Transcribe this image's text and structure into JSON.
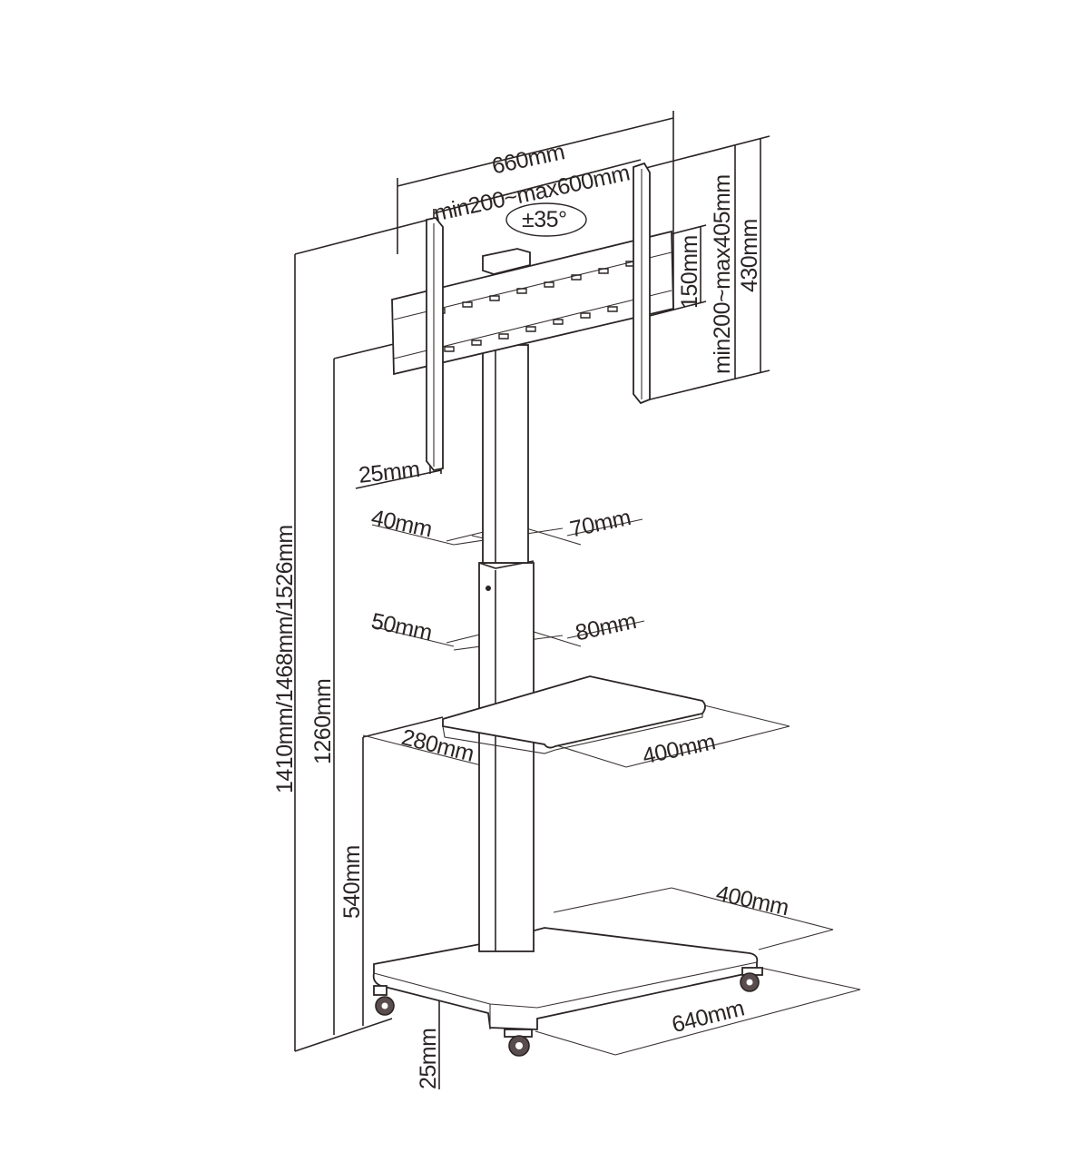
{
  "diagram": {
    "subject": "Mobile TV stand with tilting VESA mount, adjustable telescoping column, AV shelf and castor base",
    "tilt": {
      "label": "±35°"
    },
    "mount": {
      "overall_width": "660mm",
      "vesa_horizontal": "min200~max600mm",
      "vesa_vertical": "min200~max405mm",
      "arm_height": "430mm",
      "rail_height": "150mm",
      "bracket_depth": "25mm"
    },
    "column": {
      "upper_depth": "40mm",
      "upper_width": "70mm",
      "lower_depth": "50mm",
      "lower_width": "80mm"
    },
    "heights": {
      "total": "1410mm/1468mm/1526mm",
      "mount_center": "1260mm",
      "shelf": "540mm",
      "base_clearance": "25mm"
    },
    "shelf": {
      "depth": "280mm",
      "width": "400mm"
    },
    "base": {
      "depth": "400mm",
      "width": "640mm"
    }
  }
}
